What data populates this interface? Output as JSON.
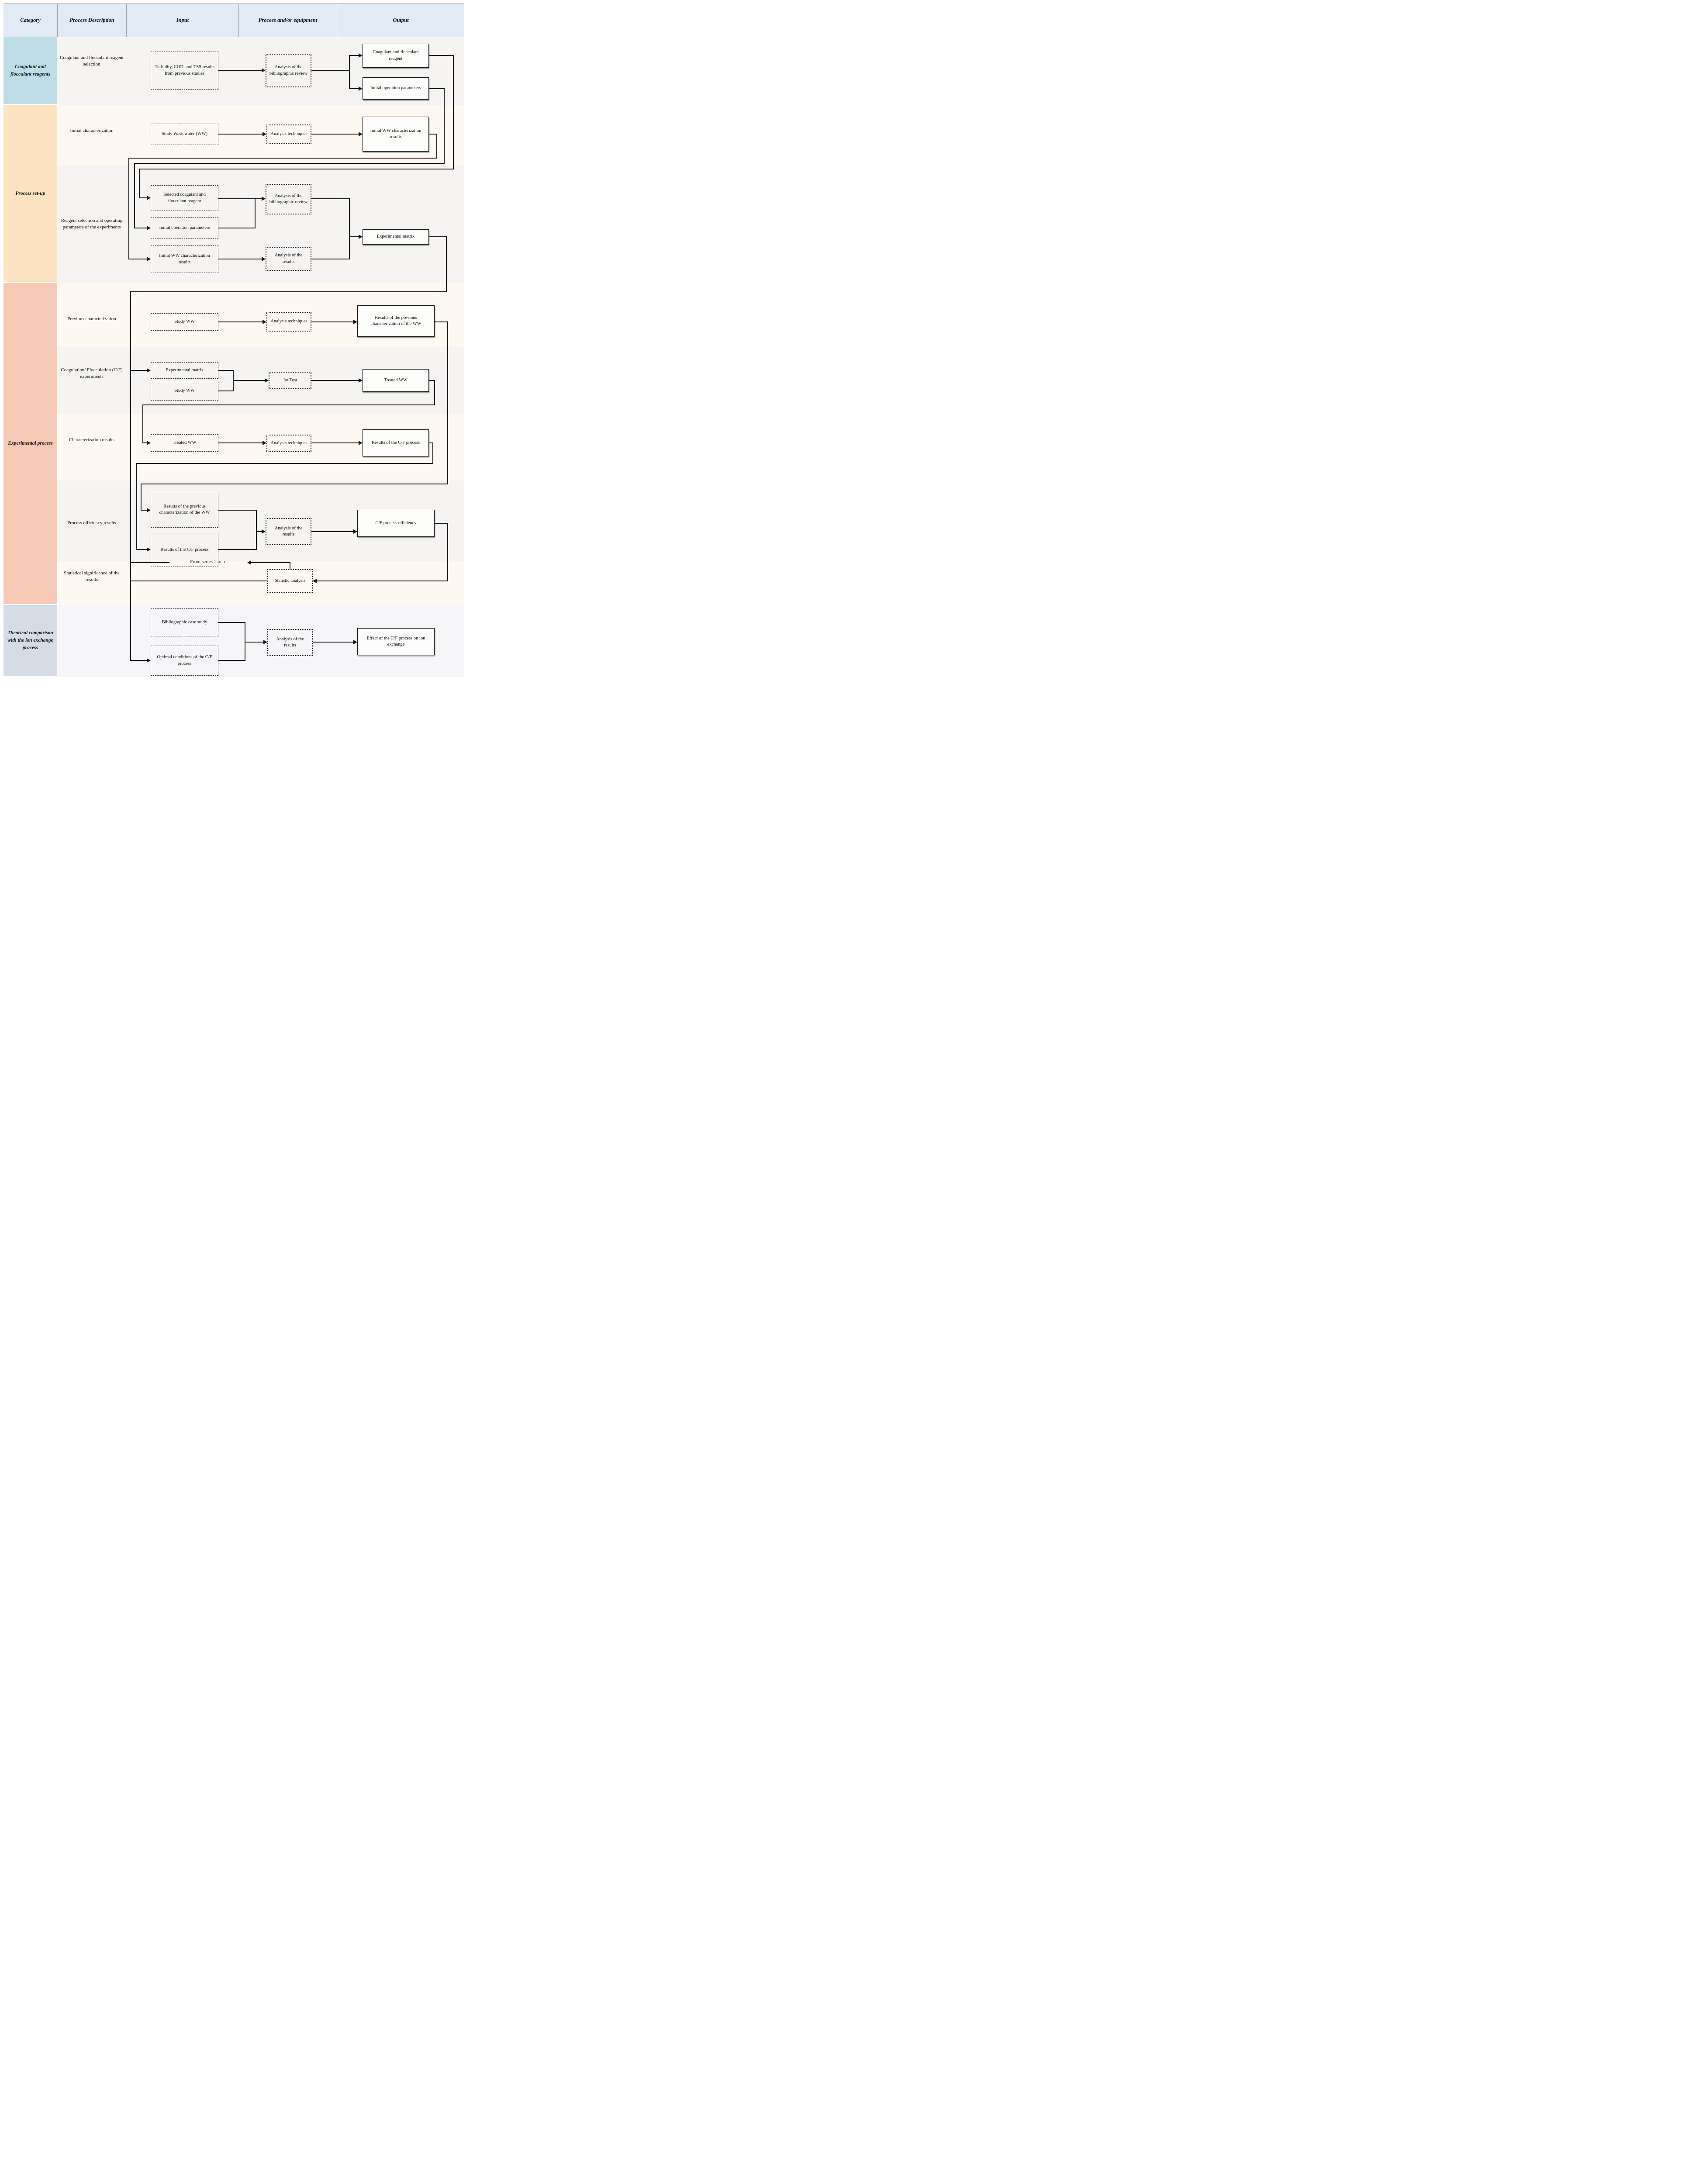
{
  "header": {
    "columns": [
      "Category",
      "Process Description",
      "Input",
      "Procees and/or equipment",
      "Output"
    ]
  },
  "categories": [
    {
      "label": "Coagulant and flocculant reagents",
      "color": "#bedce6"
    },
    {
      "label": "Process set-up",
      "color": "#fce4c3"
    },
    {
      "label": "Experimental process",
      "color": "#f5c9b5"
    },
    {
      "label": "Theorical comparison with the ion exchange process",
      "color": "#d6dce6"
    }
  ],
  "colors": {
    "header_bg": "#e2eaf6",
    "band_odd": "#f5f4f3",
    "band_even": "#fdf8f2",
    "band_last": "#f6f6f8",
    "line": "#141414"
  },
  "r1": {
    "desc": "Coagulant and flocculant reagent selection",
    "input": "Turbidity, COD, and TSS results from previous studies",
    "process": "Analysis of the bibliographic review",
    "out1": "Coagulant and flocculant reagent",
    "out2": "Initial operation parameters"
  },
  "r2": {
    "desc": "Initial characterization",
    "input": "Study Wastewater (WW)",
    "process": "Analysis techniques",
    "output": "Initial WW characterization results"
  },
  "r3": {
    "desc": "Reagent selection and operating parameters of the experiments",
    "input1": "Selected coagulant and flocculant reagent",
    "input2": "Initial operation parameters",
    "input3": "Initial WW characterization results",
    "process1": "Analysis of the bibliographic review",
    "process2": "Analysis of the results",
    "output": "Experimental matrix"
  },
  "r4": {
    "desc": "Previous characterization",
    "input": "Study WW",
    "process": "Analysis techniques",
    "output": "Results of the previous characterization of the WW"
  },
  "r5": {
    "desc": "Coagulation/ Flocculation (C/F) experiments",
    "input1": "Experimental matrix",
    "input2": "Study WW",
    "process": "Jar Test",
    "output": "Treated WW"
  },
  "r6": {
    "desc": "Characterization results",
    "input": "Treated WW",
    "process": "Analysis techniques",
    "output": "Results of the C/F process"
  },
  "r7": {
    "desc": "Process efficiency results",
    "input1": "Results of the previous characterization of the WW",
    "input2": "Results of the C/F process",
    "process": "Analysis of the results",
    "output": "C/F process efficiency"
  },
  "r8": {
    "desc": "Statistical significance of the results",
    "loop_label": "From series 1 to n",
    "process": "Statistic analysis"
  },
  "r9": {
    "input1": "Bibliographic case study",
    "input2": "Optimal conditions of the C/F process",
    "process": "Analysis of the results",
    "output": "Effect of the C/F process on ion exchange"
  }
}
